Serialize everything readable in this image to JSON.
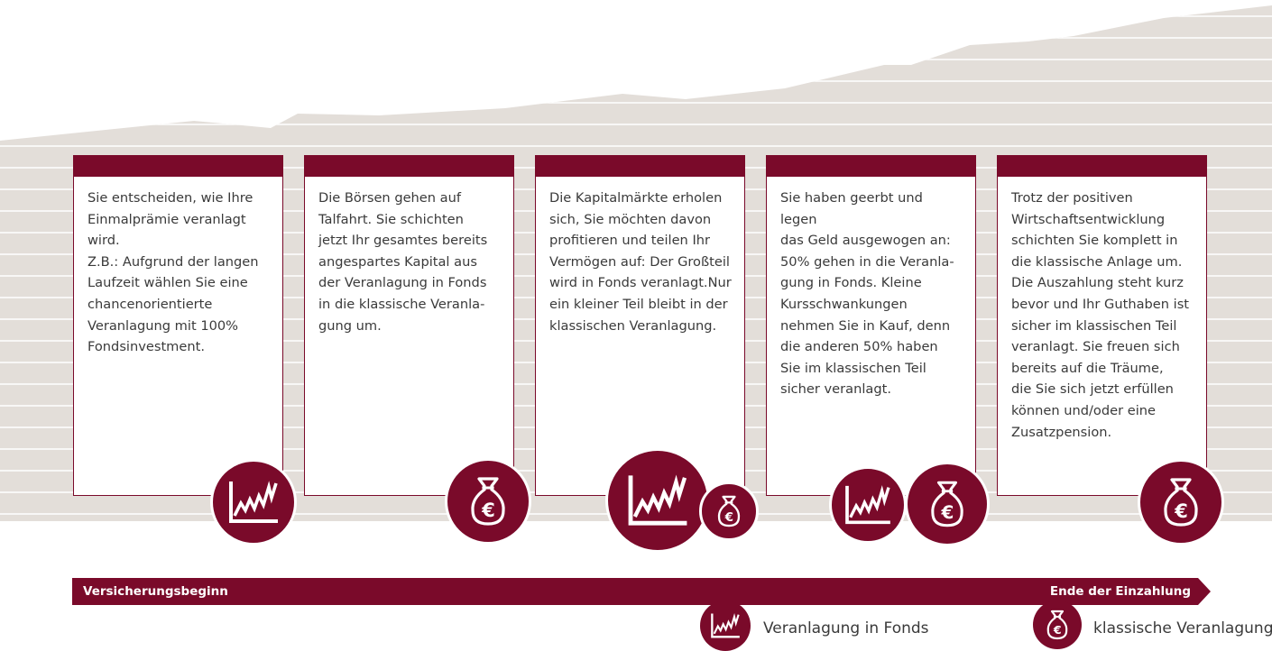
{
  "colors": {
    "brand": "#7a0a2a",
    "band": "#e3ded9",
    "band_line": "#ffffff",
    "text": "#3a3a3a"
  },
  "cards": [
    {
      "text": "Sie entscheiden, wie Ihre\nEinmalprämie veranlagt\nwird.\nZ.B.: Aufgrund der langen\nLaufzeit wählen Sie eine\nchancenorientierte\nVeranlagung mit 100%\nFondsinvestment."
    },
    {
      "text": "Die Börsen gehen auf\nTalfahrt. Sie schichten\njetzt Ihr gesamtes bereits\nangespartes Kapital aus\nder Veranlagung in Fonds\nin die klassische Veranla-\ngung um."
    },
    {
      "text": "Die Kapitalmärkte erholen\nsich, Sie möchten davon\nprofitieren und teilen Ihr\nVermögen auf: Der Großteil\nwird in Fonds veranlagt.Nur\nein kleiner Teil bleibt in der\nklassischen Veranlagung."
    },
    {
      "text": "Sie haben geerbt und legen\ndas Geld ausgewogen an:\n50% gehen in die Veranla-\ngung in Fonds. Kleine\nKursschwankungen\nnehmen Sie in Kauf, denn\ndie anderen 50% haben\nSie im klassischen Teil\nsicher veranlagt."
    },
    {
      "text": "Trotz der positiven\nWirtschaftsentwicklung\nschichten Sie komplett in\ndie klassische Anlage um.\nDie Auszahlung steht kurz\nbevor und Ihr Guthaben ist\nsicher im klassischen Teil\nveranlagt. Sie freuen sich\nbereits auf die Träume,\ndie Sie sich jetzt erfüllen\nkönnen und/oder eine\nZusatzpension."
    }
  ],
  "timeline": {
    "start_label": "Versicherungsbeginn",
    "end_label": "Ende der Einzahlung"
  },
  "legend": {
    "fonds": {
      "label": "Veranlagung in Fonds",
      "icon": "chart-icon"
    },
    "klassisch": {
      "label": "klassische Veranlagung",
      "icon": "money-bag-icon"
    }
  }
}
